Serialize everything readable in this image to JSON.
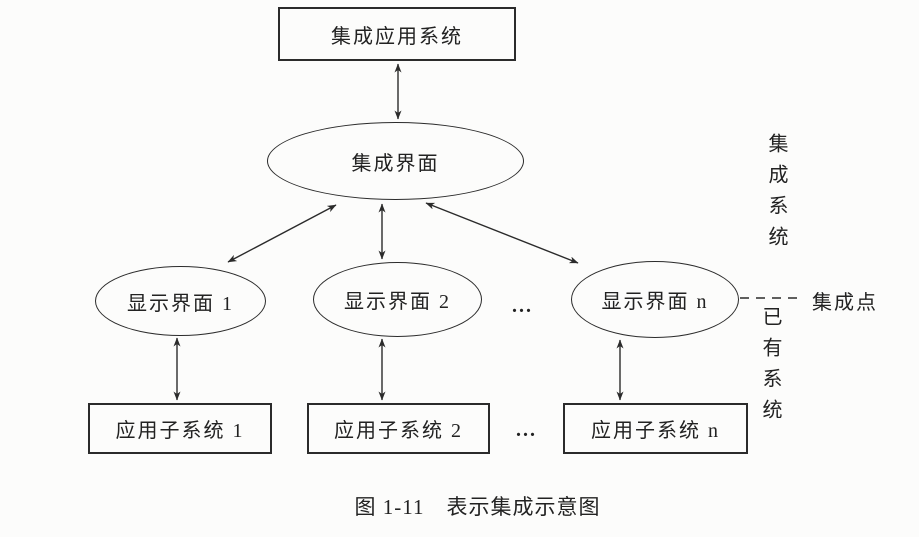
{
  "figure": {
    "caption": "图 1-11　表示集成示意图"
  },
  "nodes": {
    "integrated_app_system": "集成应用系统",
    "integration_interface": "集成界面",
    "display_interface_1": "显示界面 1",
    "display_interface_2": "显示界面 2",
    "display_interface_n": "显示界面 n",
    "app_subsystem_1": "应用子系统 1",
    "app_subsystem_2": "应用子系统 2",
    "app_subsystem_n": "应用子系统 n"
  },
  "labels": {
    "integration_system_group": "集成系统",
    "existing_system_group": "已有系统",
    "integration_point": "集成点",
    "ellipsis_display_row": "...",
    "ellipsis_subsystem_row": "..."
  },
  "colors": {
    "ink": "#2b2b2b",
    "background": "#fcfcfb"
  }
}
